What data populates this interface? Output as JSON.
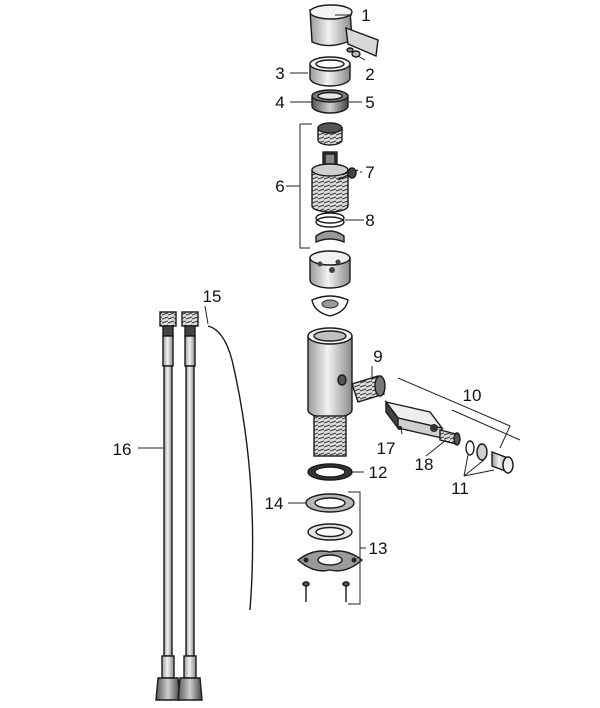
{
  "callouts": [
    {
      "id": "1",
      "text": "1"
    },
    {
      "id": "2",
      "text": "2"
    },
    {
      "id": "3",
      "text": "3"
    },
    {
      "id": "4",
      "text": "4"
    },
    {
      "id": "5",
      "text": "5"
    },
    {
      "id": "6",
      "text": "6"
    },
    {
      "id": "7",
      "text": "7"
    },
    {
      "id": "8",
      "text": "8"
    },
    {
      "id": "9",
      "text": "9"
    },
    {
      "id": "10",
      "text": "10"
    },
    {
      "id": "11",
      "text": "11"
    },
    {
      "id": "12",
      "text": "12"
    },
    {
      "id": "13",
      "text": "13"
    },
    {
      "id": "14",
      "text": "14"
    },
    {
      "id": "15",
      "text": "15"
    },
    {
      "id": "16",
      "text": "16"
    },
    {
      "id": "17",
      "text": "17"
    },
    {
      "id": "18",
      "text": "18"
    }
  ],
  "colors": {
    "line": "#1a1a1a",
    "grey": "#cfcfcf",
    "dark": "#3a3a3a",
    "light": "#ececec"
  }
}
